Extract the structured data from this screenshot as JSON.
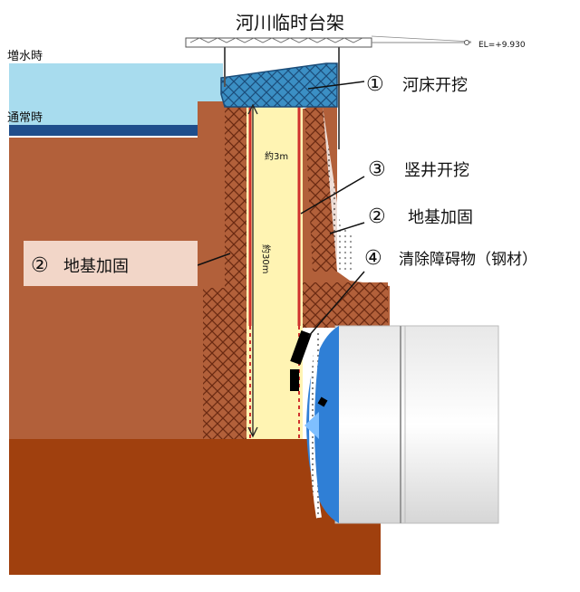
{
  "title": "河川临时台架",
  "elevation_mark": "EL=+9.930",
  "water_levels": {
    "high": "増水時",
    "normal": "通常時"
  },
  "dimensions": {
    "shaft_width": "約3m",
    "shaft_depth": "約30m"
  },
  "callouts": [
    {
      "num": "①",
      "text": "河床开挖"
    },
    {
      "num": "③",
      "text": "竖井开挖"
    },
    {
      "num": "②",
      "text": "地基加固"
    },
    {
      "num": "④",
      "text": "清除障碍物（钢材）"
    }
  ],
  "left_callout": {
    "num": "②",
    "text": "地基加固"
  },
  "colors": {
    "soil": "#b2603a",
    "soil_dark": "#8a3d1e",
    "bedrock": "#a0400e",
    "water": "#a8dcee",
    "water_deep": "#1f4e8c",
    "shaft": "#fff4b3",
    "shaft_wall": "#d0312d",
    "tunnel_ring": "#2f7fd6",
    "label_box": "#f2d6c8"
  }
}
